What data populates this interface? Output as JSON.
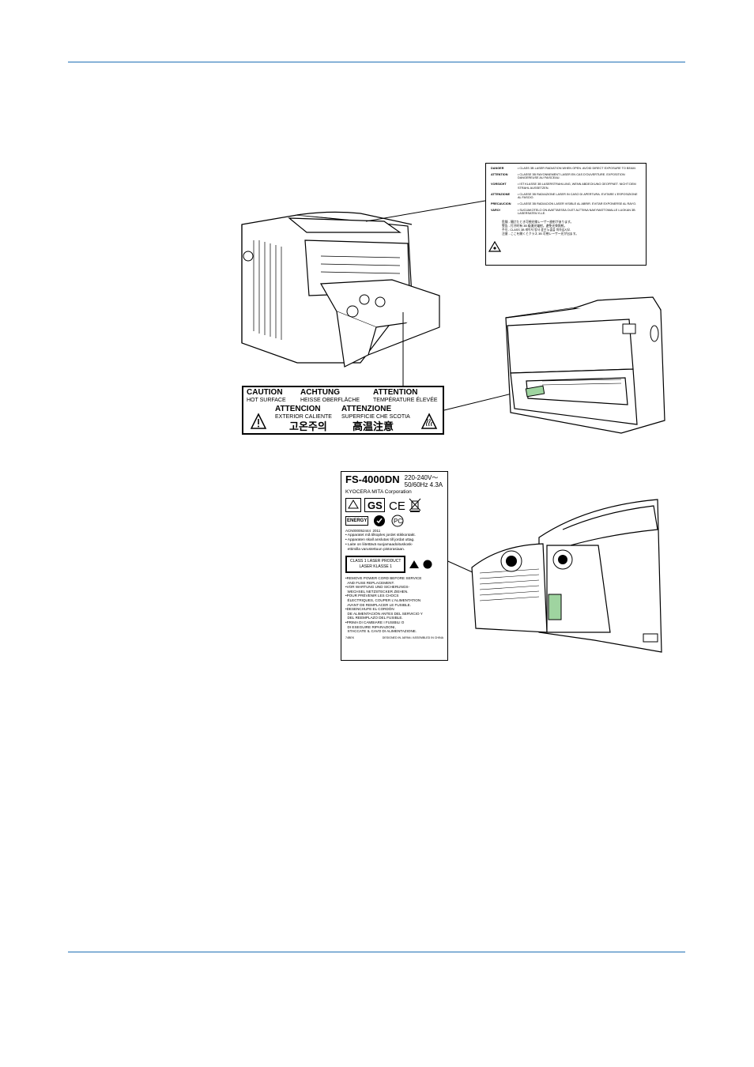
{
  "laser_label": {
    "rows": [
      {
        "head": "DANGER",
        "text": "CLASS 3B LASER RADIATION WHEN OPEN. AVOID DIRECT EXPOSURE TO BEAM."
      },
      {
        "head": "ATTENTION",
        "text": "CLASSE 3B RAYONNEMENT LASER EN CAS D'OUVERTURE. EXPOSITION DANGEREUSE AU FAISCEAU."
      },
      {
        "head": "VORSICHT",
        "text": "IST KLASSE 3B LASERSTRAHLUNG, WENN ABDECKUNG GEOFFNET. NICHT DEM STRAHL AUSSETZEN."
      },
      {
        "head": "ATTENZIONE",
        "text": "CLASSE 3B RADIAZIONE LASER IN CASO DI APERTURA. EVITARE L'ESPOSIZIONE AL FASCIO."
      },
      {
        "head": "PRECAUCION",
        "text": "CLASSE 3B RADIACION LASER VISIBLE AL ABRIR. EVITAR EXPONERSE AL RAYO."
      },
      {
        "head": "VARO!",
        "text": "SUOJAKOTELO ON AVATTAESSA OLET ALTTIINA NAKYMATTOMALLE LUOKAN 3B LASERSATEILYLLE."
      }
    ],
    "asian_rows": [
      "危険 - 開けたとき可視光線レーザー放射があります。",
      "警告 - 打开时有 3B 级激光辐射，避免光束照射。",
      "주의 - CLASS 3B 레이저 방사 광선 노출을 피하십시오.",
      "注意 - ここを開くとクラス 3B 可視レーザー光が出ます。"
    ]
  },
  "caution_label": {
    "caution": "CAUTION",
    "hot_surface": "HOT SURFACE",
    "achtung": "ACHTUNG",
    "heisse": "HEISSE OBERFLÄCHE",
    "attention": "ATTENTION",
    "temperature": "TEMPÉRATURE ÉLEVÉE",
    "atencion": "ATTENCION",
    "exterior": "EXTERIOR CALIENTE",
    "attenzione": "ATTENZIONE",
    "superficie": "SUPERFICIE CHE SCOTIA",
    "korean": "고온주의",
    "japanese": "高温注意"
  },
  "rating_label": {
    "model": "FS-4000DN",
    "voltage": "220-240V～",
    "frequency": "50/60Hz 4.3A",
    "company": "KYOCERA MITA Corporation",
    "code": "ACN000052444",
    "code2": "2011",
    "notes": [
      "• Apparatet må tilkoples jordet stikkontakt.",
      "• Apparaten skall anslutas till jordat uttag.",
      "• Laite on liitettävä suojamaadoituskosk-",
      "  ettimilla varustettuun pistorasiaan."
    ],
    "laser_box1": "CLASS 1 LASER PRODUCT",
    "laser_box2": "LASER KLASSE 1",
    "warnings": [
      "•REMOVE POWER CORD BEFORE SERVICE",
      "  AND FUSE REPLACEMENT.",
      "•VOR WARTUNG UND SICHERUNGS-",
      "  WECHSEL NETZSTECKER ZIEHEN.",
      "•POUR PRÉVENIR LES CHOCS",
      "  ÉLECTRIQUES, COUPER L'ALIMENTATION",
      "  AVANT DE REMPLACER LE FUSIBLE.",
      "•DESENCHUFE EL CORDÓN",
      "  DE ALIMENTACIÓN ANTES DEL SERVICIO Y",
      "  DEL REEMPLAZO DEL FUSIBLE.",
      "•PRIMA DI CAMBIARE I FUSIBILI O",
      "  DI ESEGUIRE RIPARAZIONI,",
      "  STACCATE IL CAVO DI ALIMENTAZIONE."
    ],
    "footer_left": "74BEK",
    "footer_right": "DESIGNED IN JAPAN / ASSEMBLED IN CHINA",
    "energy_label": "ENERGY"
  },
  "colors": {
    "rule": "#1f6fb5",
    "slot_green": "#9fd4a0"
  }
}
